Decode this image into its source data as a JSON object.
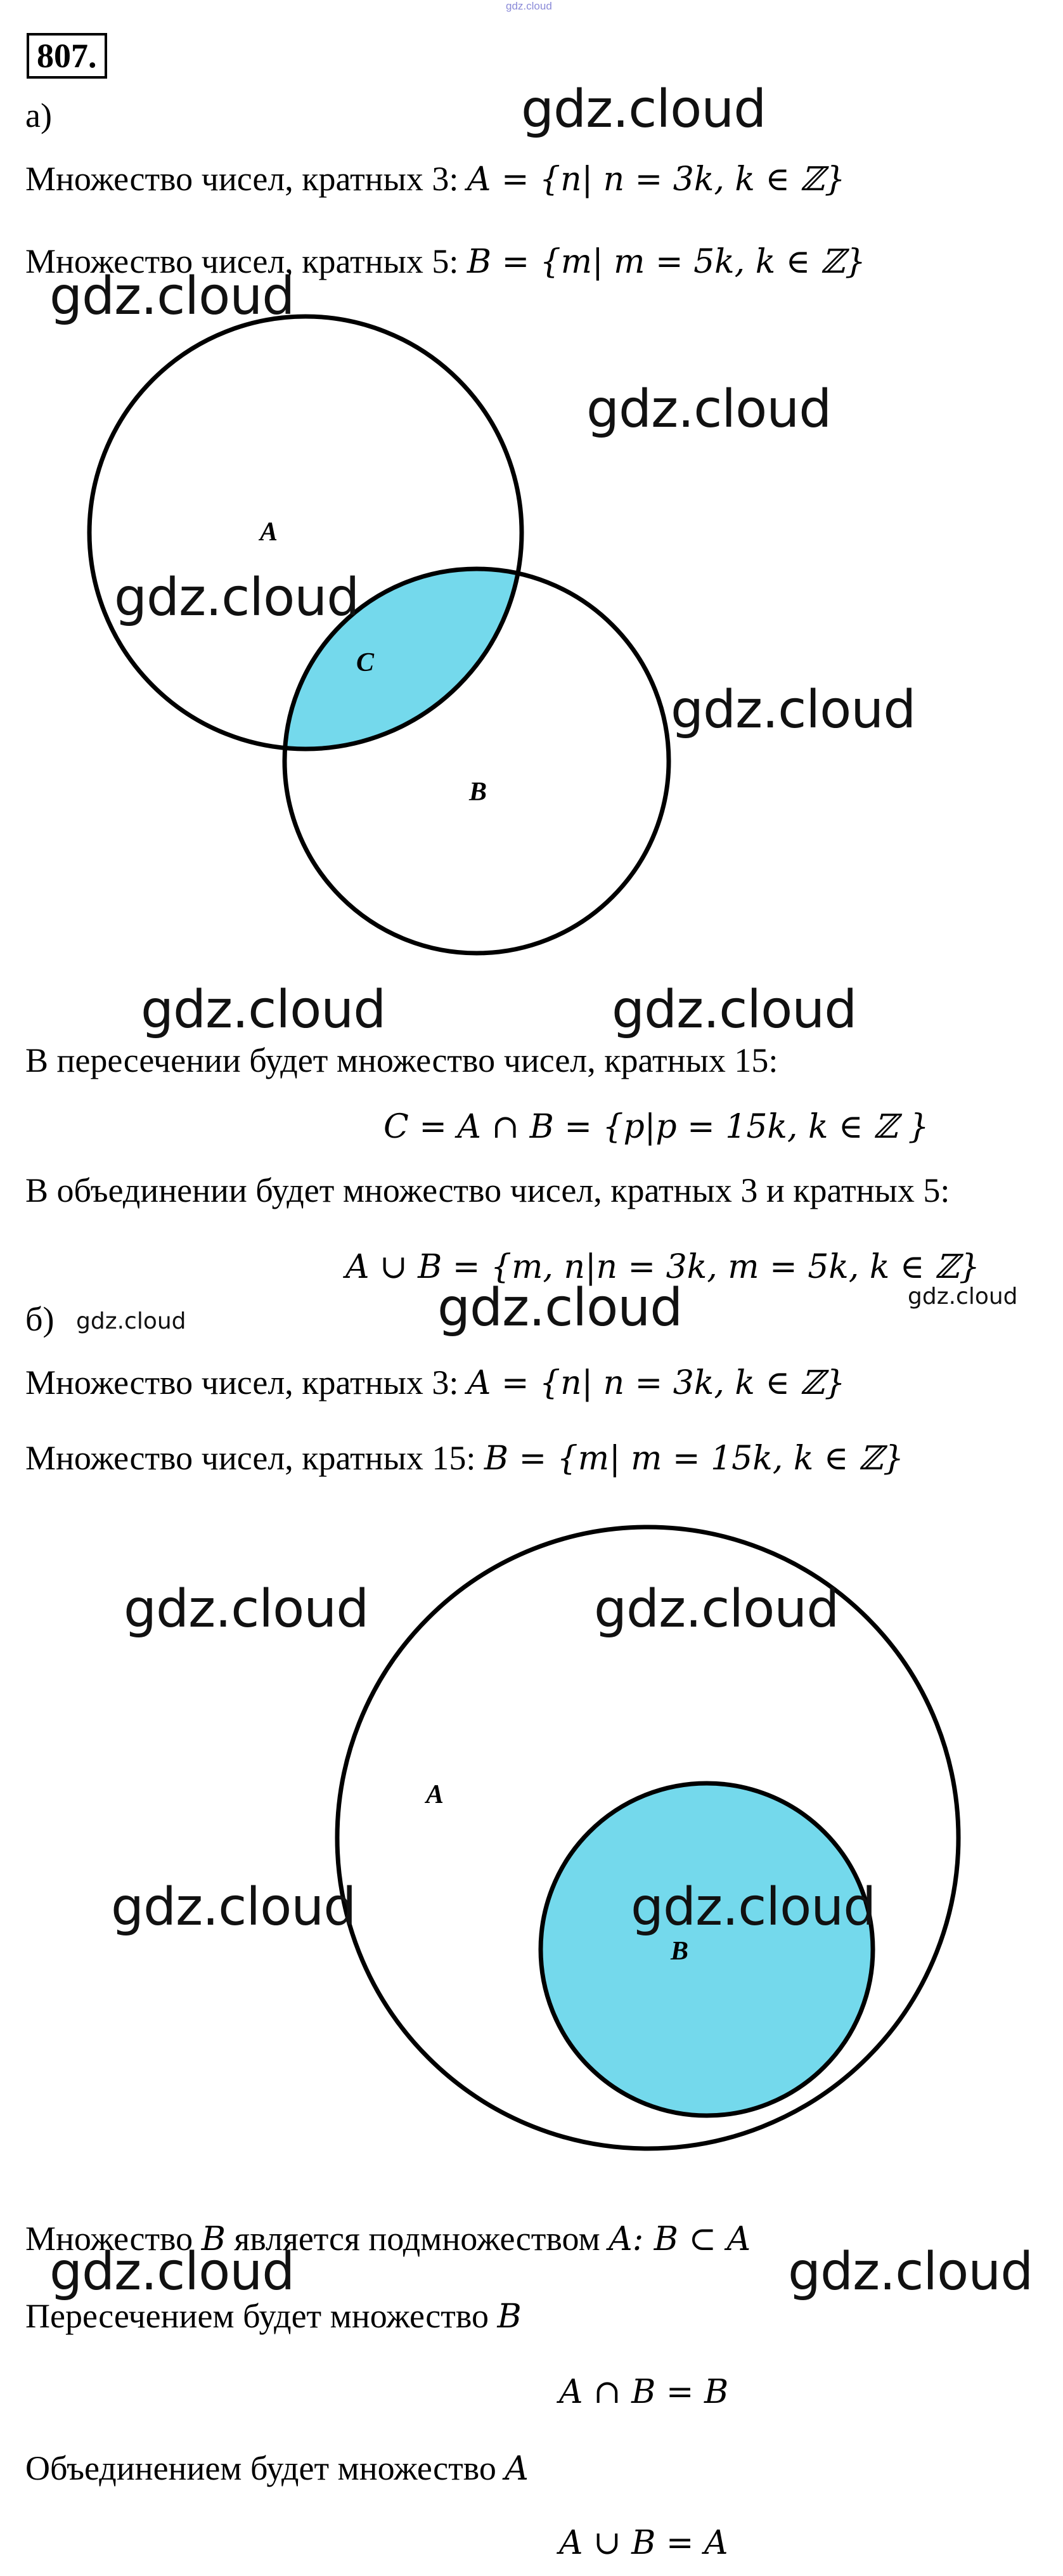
{
  "top_watermark": "gdz.cloud",
  "problem_number": "807.",
  "watermark_text": "gdz.cloud",
  "part_a": {
    "label": "а)",
    "set_a_text": "Множество чисел, кратных 3: ",
    "set_a_math": "A = {n| n = 3k, k ∈ ℤ}",
    "set_b_text": "Множество чисел, кратных 5: ",
    "set_b_math": "B = {m| m = 5k, k ∈ ℤ}",
    "venn": {
      "label_a": "A",
      "label_b": "B",
      "label_c": "C",
      "fill_color": "#74d9ec"
    },
    "intersection_text": "В пересечении будет множество чисел, кратных 15:",
    "intersection_math": "C = A ∩ B = {p|p = 15k, k ∈ ℤ }",
    "union_text": "В объединении будет множество чисел, кратных 3 и кратных 5:",
    "union_math": "A ∪ B = {m, n|n = 3k, m = 5k, k ∈ ℤ}"
  },
  "part_b": {
    "label": "б)",
    "set_a_text": "Множество чисел, кратных 3: ",
    "set_a_math": "A = {n| n = 3k, k ∈ ℤ}",
    "set_b_text": "Множество чисел, кратных 15: ",
    "set_b_math": "B = {m| m = 15k, k ∈ ℤ}",
    "venn": {
      "label_a": "A",
      "label_b": "B",
      "fill_color": "#74d9ec"
    },
    "subset_text_1": "Множество ",
    "subset_var_b": "B",
    "subset_text_2": " является подмножеством ",
    "subset_var_a": "A",
    "subset_math": ": B ⊂ A",
    "intersection_text": "Пересечением будет множество ",
    "intersection_var": "B",
    "intersection_math": "A ∩ B = B",
    "union_text": "Объединением будет множество ",
    "union_var": "A",
    "union_math": "A ∪ B = A"
  }
}
